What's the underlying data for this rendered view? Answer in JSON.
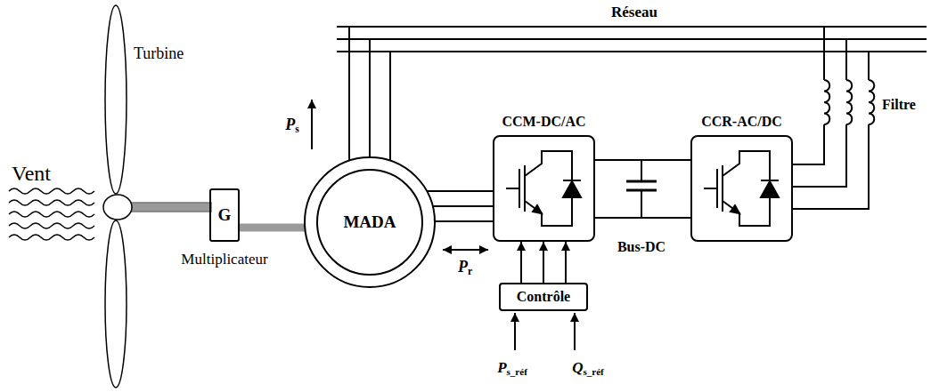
{
  "diagram": {
    "nodes": [
      {
        "text": [
          "G"
        ]
      },
      {
        "text": [
          "MADA"
        ]
      },
      {
        "text": [
          "CCM-DC/AC"
        ]
      },
      {
        "text": [
          "CCR-AC/DC"
        ]
      },
      {
        "text": [
          "Contrôle"
        ]
      }
    ],
    "edges": [
      {
        "from": 0,
        "to": 1,
        "arrow": "none"
      },
      {
        "from": 1,
        "to": 2,
        "arrow": "none"
      },
      {
        "from": 1,
        "to": 2,
        "arrow": "none"
      },
      {
        "from": 1,
        "to": 2,
        "arrow": "none"
      },
      {
        "from": 2,
        "to": 3,
        "arrow": "none"
      },
      {
        "from": 2,
        "to": 3,
        "arrow": "none"
      },
      {
        "from": 4,
        "to": 2,
        "arrow": "to"
      },
      {
        "from": 4,
        "to": 2,
        "arrow": "to"
      },
      {
        "from": 4,
        "to": 2,
        "arrow": "to"
      }
    ],
    "labels": [
      "Vent",
      "Turbine",
      "Multiplicateur",
      "Réseau",
      "Ps",
      "Pr",
      "Bus-DC",
      "Filtre",
      "Ps_réf",
      "Qs_réf"
    ]
  }
}
